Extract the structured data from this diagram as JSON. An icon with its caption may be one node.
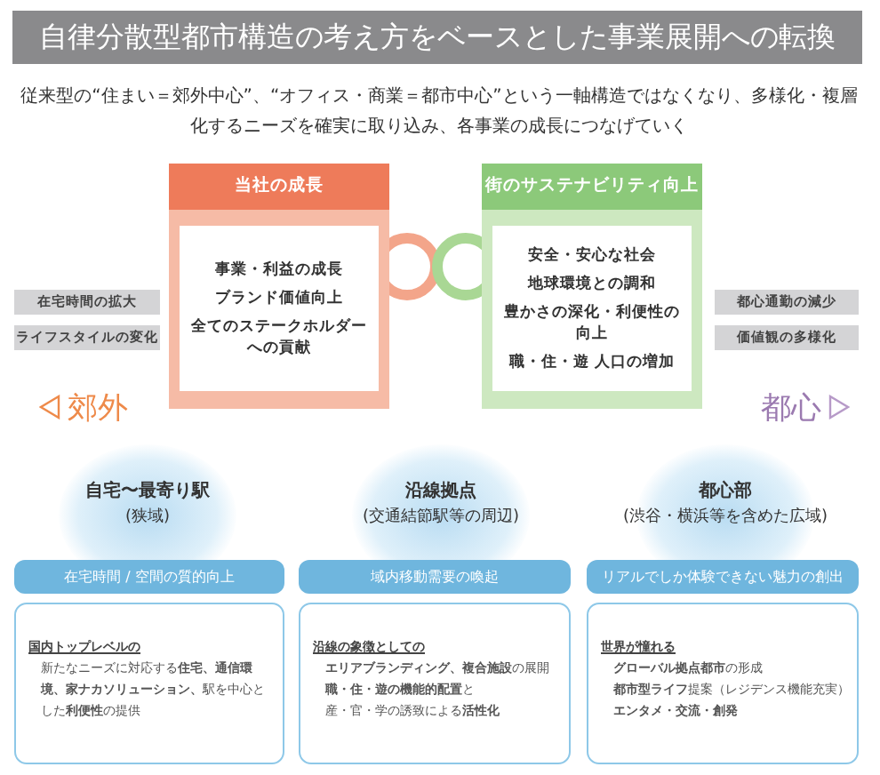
{
  "diagram": {
    "title": "自律分散型都市構造の考え方をベースとした事業展開への転換",
    "nodes": [
      {
        "text": [
          "当社の成長",
          "事業・利益の成長",
          "ブランド価値向上",
          "全てのステークホルダーへの貢献"
        ]
      },
      {
        "text": [
          "街のサステナビリティ向上",
          "安全・安心な社会",
          "地球環境との調和",
          "豊かさの深化・利便性の向上",
          "職・住・遊 人口の増加"
        ]
      },
      {
        "text": [
          "在宅時間の拡大"
        ]
      },
      {
        "text": [
          "ライフスタイルの変化"
        ]
      },
      {
        "text": [
          "都心通勤の減少"
        ]
      },
      {
        "text": [
          "価値観の多様化"
        ]
      },
      {
        "text": [
          "自宅〜最寄り駅",
          "(狭域)"
        ]
      },
      {
        "text": [
          "沿線拠点",
          "(交通結節駅等の周辺)"
        ]
      },
      {
        "text": [
          "都心部",
          "(渋谷・横浜等を含めた広域)"
        ]
      },
      {
        "text": [
          "在宅時間 / 空間の質的向上"
        ]
      },
      {
        "text": [
          "域内移動需要の喚起"
        ]
      },
      {
        "text": [
          "リアルでしか体験できない魅力の創出"
        ]
      },
      {
        "text": [
          "国内トップレベルの",
          "新たなニーズに対応する**住宅、通信環境、家ナカソリューション、**駅を中心とした**利便性**の提供"
        ]
      },
      {
        "text": [
          "沿線の象徴としての",
          "**エリアブランディング、複合施設**の展開",
          "**職・住・遊の機能的配置**と",
          "産・官・学の誘致による**活性化**"
        ]
      },
      {
        "text": [
          "世界が憧れる",
          "**グローバル拠点都市**の形成",
          "**都市型ライフ**提案（レジデンス機能充実）",
          "**エンタメ・交流・創発**"
        ]
      }
    ],
    "labels": [
      "従来型の“住まい＝郊外中心”、“オフィス・商業＝都市中心”という一軸構造ではなくなり、多様化・複層化するニーズを確実に取り込み、各事業の成長につなげていく",
      "郊外",
      "都心"
    ]
  }
}
